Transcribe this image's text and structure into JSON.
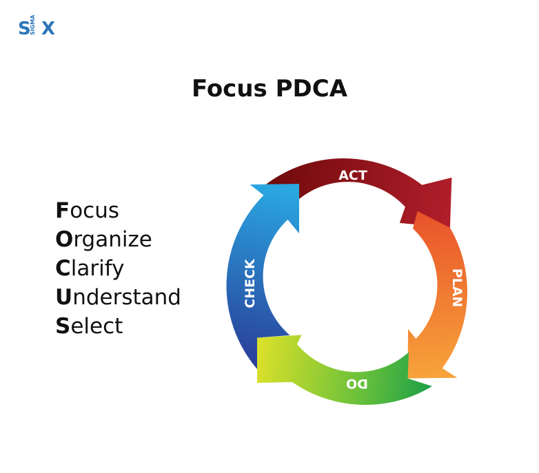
{
  "logo": {
    "left": "S",
    "sigma": "SIGMA",
    "right": "X"
  },
  "title": "Focus PDCA",
  "focus_items": [
    {
      "letter": "F",
      "rest": "ocus"
    },
    {
      "letter": "O",
      "rest": "rganize"
    },
    {
      "letter": "C",
      "rest": "larify"
    },
    {
      "letter": "U",
      "rest": "nderstand"
    },
    {
      "letter": "S",
      "rest": "elect"
    }
  ],
  "cycle": {
    "act": "ACT",
    "plan": "PLAN",
    "do": "DO",
    "check": "CHECK"
  },
  "colors": {
    "act": [
      "#6e0a0a",
      "#b01e2a"
    ],
    "plan": [
      "#e8502a",
      "#f7a23a"
    ],
    "do": [
      "#d9e02a",
      "#0e9a4a"
    ],
    "check": [
      "#2a3f9a",
      "#2aa6e0"
    ]
  }
}
